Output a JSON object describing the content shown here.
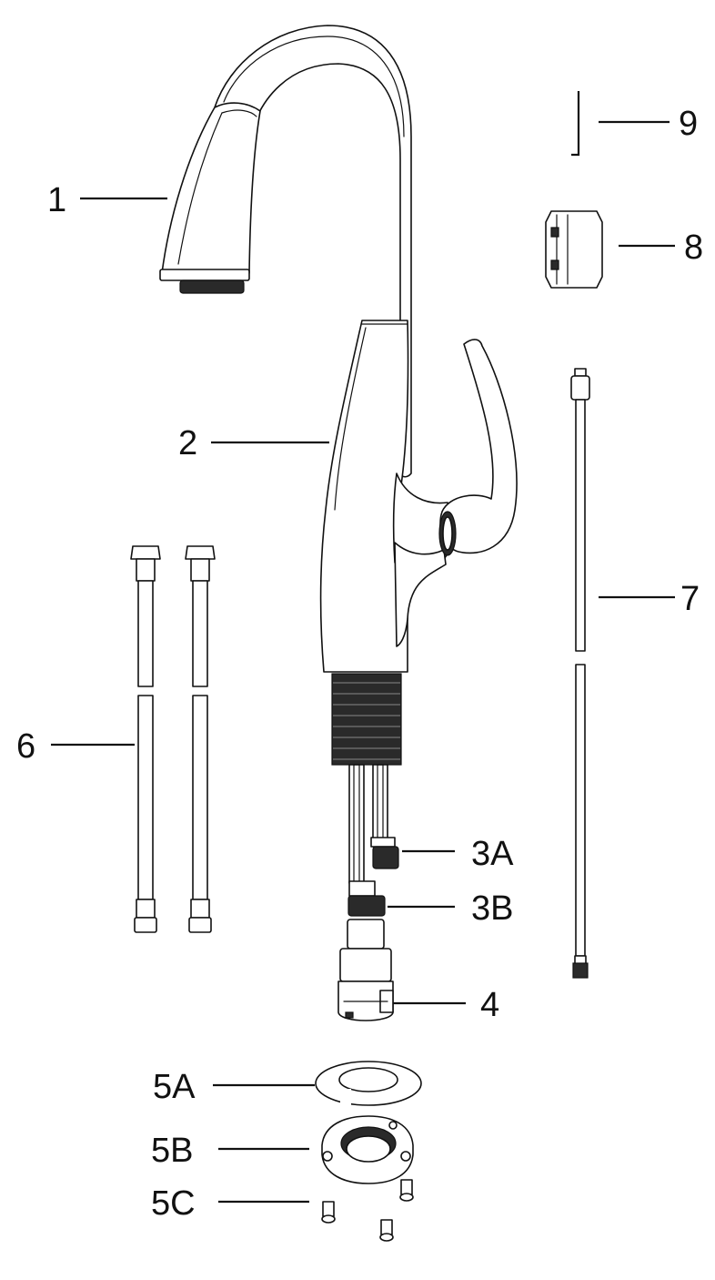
{
  "callouts": [
    {
      "id": "1",
      "label": "1"
    },
    {
      "id": "2",
      "label": "2"
    },
    {
      "id": "3A",
      "label": "3A"
    },
    {
      "id": "3B",
      "label": "3B"
    },
    {
      "id": "4",
      "label": "4"
    },
    {
      "id": "5A",
      "label": "5A"
    },
    {
      "id": "5B",
      "label": "5B"
    },
    {
      "id": "5C",
      "label": "5C"
    },
    {
      "id": "6",
      "label": "6"
    },
    {
      "id": "7",
      "label": "7"
    },
    {
      "id": "8",
      "label": "8"
    },
    {
      "id": "9",
      "label": "9"
    }
  ]
}
